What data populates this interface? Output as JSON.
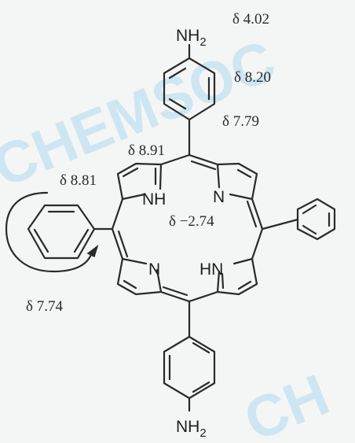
{
  "watermarks": [
    "CHEMSOC",
    "CH"
  ],
  "atoms": {
    "top_amine": "NH",
    "top_amine_sub": "2",
    "bottom_amine": "NH",
    "bottom_amine_sub": "2",
    "n_upper_left": "NH",
    "n_upper_right": "N",
    "n_lower_left": "N",
    "n_lower_right": "HN"
  },
  "shifts": {
    "nh2": "δ 4.02",
    "aryl_ortho_amine": "δ 8.20",
    "aryl_meta_amine": "δ 7.79",
    "beta_pyrrole_1": "δ 8.91",
    "beta_pyrrole_2": "δ 8.81",
    "inner_nh": "δ −2.74",
    "phenyl": "δ 7.74"
  },
  "colors": {
    "ink": "#2a2a2a",
    "watermark": "#9ed6f0",
    "background": "#f4f5f5"
  }
}
